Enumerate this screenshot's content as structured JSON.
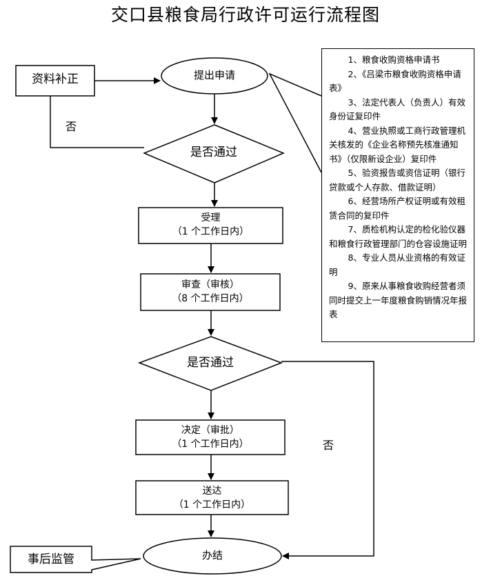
{
  "title": "交口县粮食局行政许可运行流程图",
  "nodes": {
    "correction": "资料补正",
    "apply": "提出申请",
    "check1": "是否通过",
    "accept": {
      "line1": "受理",
      "line2": "（1 个工作日内）"
    },
    "review": {
      "line1": "审查（审核）",
      "line2": "（8 个工作日内）"
    },
    "check2": "是否通过",
    "decide": {
      "line1": "决定（审批）",
      "line2": "（1 个工作日内）"
    },
    "deliver": {
      "line1": "送达",
      "line2": "（1 个工作日内）"
    },
    "finish": "办结",
    "supervise": "事后监管"
  },
  "edges": {
    "no_label_1": "否",
    "no_label_2": "否"
  },
  "requirements": [
    "1、粮食收购资格申请书",
    "2、《吕梁市粮食收购资格申请表》",
    "3、法定代表人（负责人）有效身份证复印件",
    "4、营业执照或工商行政管理机关核发的《企业名称预先核准通知书》（仅限新设企业）复印件",
    "5、验资报告或资信证明（银行贷款或个人存款、借款证明）",
    "6、经营场所产权证明或有效租赁合同的复印件",
    "7、质检机构认定的检化验仪器和粮食行政管理部门的仓容设施证明",
    "8、专业人员从业资格的有效证明",
    "9、原来从事粮食收购经营者须同时提交上一年度粮食购销情况年报表"
  ]
}
